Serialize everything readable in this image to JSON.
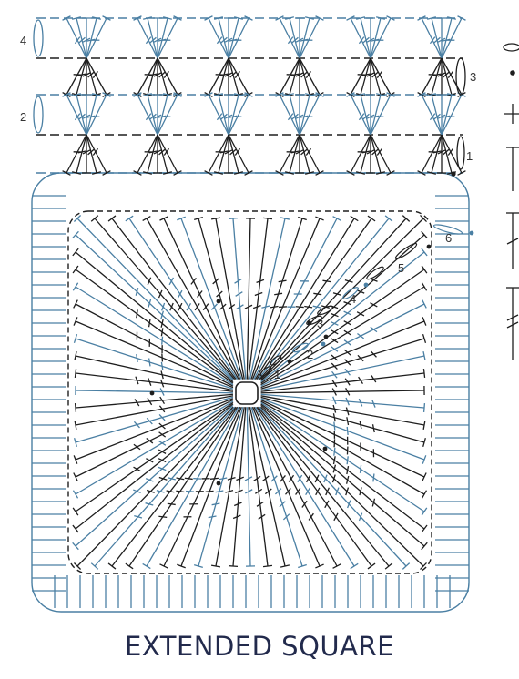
{
  "diagram": {
    "title": "EXTENDED SQUARE",
    "round_labels": [
      "1",
      "2",
      "3",
      "4",
      "5",
      "6"
    ],
    "row_labels": [
      "1",
      "2",
      "3",
      "4"
    ],
    "legend_symbols": [
      "chain-symbol",
      "slip-stitch-symbol",
      "single-crochet-symbol",
      "half-double-crochet-symbol",
      "double-crochet-symbol",
      "treble-crochet-symbol"
    ],
    "colors": {
      "dark": "#1e1e1e",
      "blue": "#4a7fa3",
      "title": "#222a4c"
    }
  }
}
